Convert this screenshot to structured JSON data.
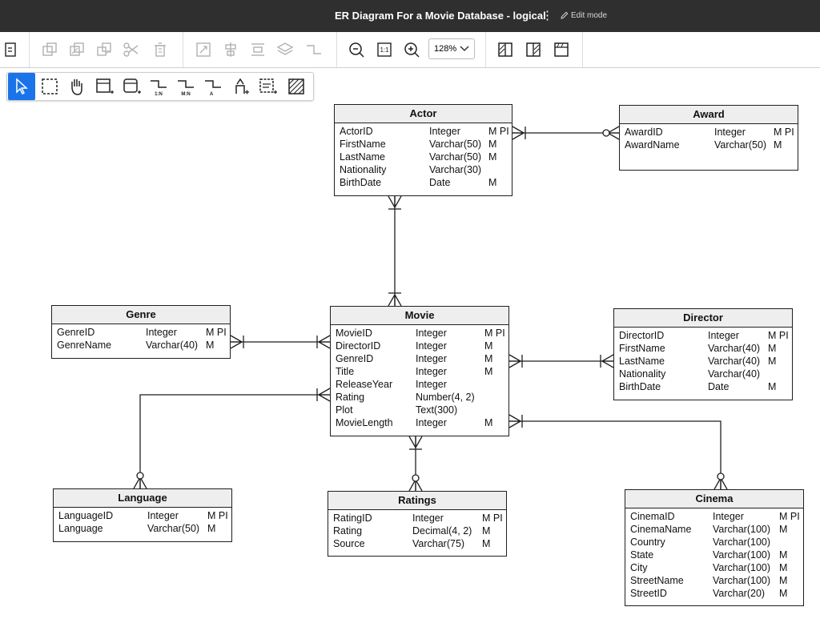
{
  "window": {
    "title": "ER Diagram For a Movie Database - logical",
    "menu_icon": "kebab-icon",
    "edit_mode_label": "Edit mode"
  },
  "toolbar": {
    "zoom": "128%"
  },
  "palette": {
    "tool_labels": {
      "one_to_many": "1:N",
      "many_to_many": "M:N",
      "arc": "A"
    }
  },
  "colors": {
    "accent": "#1a73e8",
    "titlebar": "#2f2f2f",
    "line": "#1f1f1f"
  },
  "entities": {
    "actor": {
      "name": "Actor",
      "attributes": [
        {
          "name": "ActorID",
          "type": "Integer",
          "flags": "M PI"
        },
        {
          "name": "FirstName",
          "type": "Varchar(50)",
          "flags": "M"
        },
        {
          "name": "LastName",
          "type": "Varchar(50)",
          "flags": "M"
        },
        {
          "name": "Nationality",
          "type": "Varchar(30)",
          "flags": ""
        },
        {
          "name": "BirthDate",
          "type": "Date",
          "flags": "M"
        }
      ]
    },
    "award": {
      "name": "Award",
      "attributes": [
        {
          "name": "AwardID",
          "type": "Integer",
          "flags": "M PI"
        },
        {
          "name": "AwardName",
          "type": "Varchar(50)",
          "flags": "M"
        }
      ]
    },
    "genre": {
      "name": "Genre",
      "attributes": [
        {
          "name": "GenreID",
          "type": "Integer",
          "flags": "M PI"
        },
        {
          "name": "GenreName",
          "type": "Varchar(40)",
          "flags": "M"
        }
      ]
    },
    "movie": {
      "name": "Movie",
      "attributes": [
        {
          "name": "MovieID",
          "type": "Integer",
          "flags": "M PI"
        },
        {
          "name": "DirectorID",
          "type": "Integer",
          "flags": "M"
        },
        {
          "name": "GenreID",
          "type": "Integer",
          "flags": "M"
        },
        {
          "name": "Title",
          "type": "Integer",
          "flags": "M"
        },
        {
          "name": "ReleaseYear",
          "type": "Integer",
          "flags": ""
        },
        {
          "name": "Rating",
          "type": "Number(4, 2)",
          "flags": ""
        },
        {
          "name": "Plot",
          "type": "Text(300)",
          "flags": ""
        },
        {
          "name": "MovieLength",
          "type": "Integer",
          "flags": "M"
        }
      ]
    },
    "director": {
      "name": "Director",
      "attributes": [
        {
          "name": "DirectorID",
          "type": "Integer",
          "flags": "M PI"
        },
        {
          "name": "FirstName",
          "type": "Varchar(40)",
          "flags": "M"
        },
        {
          "name": "LastName",
          "type": "Varchar(40)",
          "flags": "M"
        },
        {
          "name": "Nationality",
          "type": "Varchar(40)",
          "flags": ""
        },
        {
          "name": "BirthDate",
          "type": "Date",
          "flags": "M"
        }
      ]
    },
    "language": {
      "name": "Language",
      "attributes": [
        {
          "name": "LanguageID",
          "type": "Integer",
          "flags": "M PI"
        },
        {
          "name": "Language",
          "type": "Varchar(50)",
          "flags": "M"
        }
      ]
    },
    "ratings": {
      "name": "Ratings",
      "attributes": [
        {
          "name": "RatingID",
          "type": "Integer",
          "flags": "M PI"
        },
        {
          "name": "Rating",
          "type": "Decimal(4, 2)",
          "flags": "M"
        },
        {
          "name": "Source",
          "type": "Varchar(75)",
          "flags": "M"
        }
      ]
    },
    "cinema": {
      "name": "Cinema",
      "attributes": [
        {
          "name": "CinemaID",
          "type": "Integer",
          "flags": "M PI"
        },
        {
          "name": "CinemaName",
          "type": "Varchar(100)",
          "flags": "M"
        },
        {
          "name": "Country",
          "type": "Varchar(100)",
          "flags": ""
        },
        {
          "name": "State",
          "type": "Varchar(100)",
          "flags": "M"
        },
        {
          "name": "City",
          "type": "Varchar(100)",
          "flags": "M"
        },
        {
          "name": "StreetName",
          "type": "Varchar(100)",
          "flags": "M"
        },
        {
          "name": "StreetID",
          "type": "Varchar(20)",
          "flags": "M"
        }
      ]
    }
  }
}
